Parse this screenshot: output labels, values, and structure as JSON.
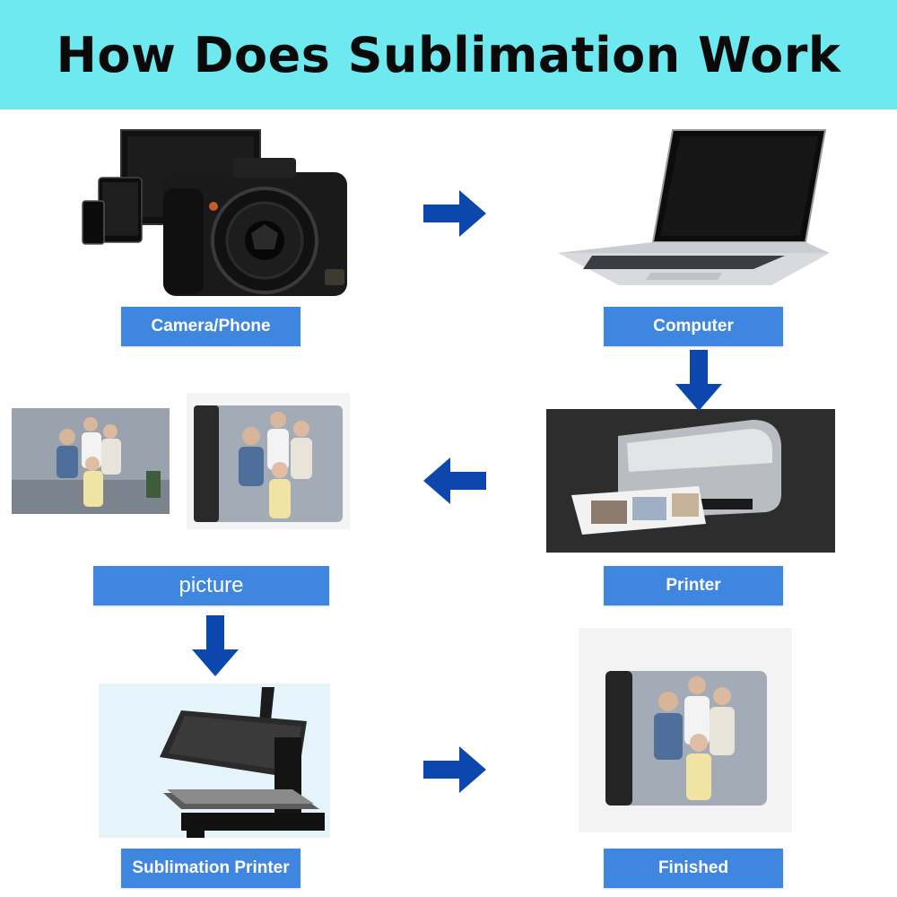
{
  "title": "How Does Sublimation Work",
  "steps": {
    "camera_phone": "Camera/Phone",
    "computer": "Computer",
    "printer": "Printer",
    "picture": "picture",
    "sublimation_printer": "Sublimation Printer",
    "finished": "Finished"
  },
  "colors": {
    "banner": "#6ee9ef",
    "label": "#3f86e0",
    "arrow": "#0b47ad"
  },
  "icons": [
    "camera-icon",
    "tablet-icon",
    "phone-icon",
    "monitor-icon",
    "laptop-icon",
    "printer-icon",
    "photo-icon",
    "photo-panel-icon",
    "heat-press-icon",
    "arrow-right-icon",
    "arrow-down-icon",
    "arrow-left-icon"
  ]
}
